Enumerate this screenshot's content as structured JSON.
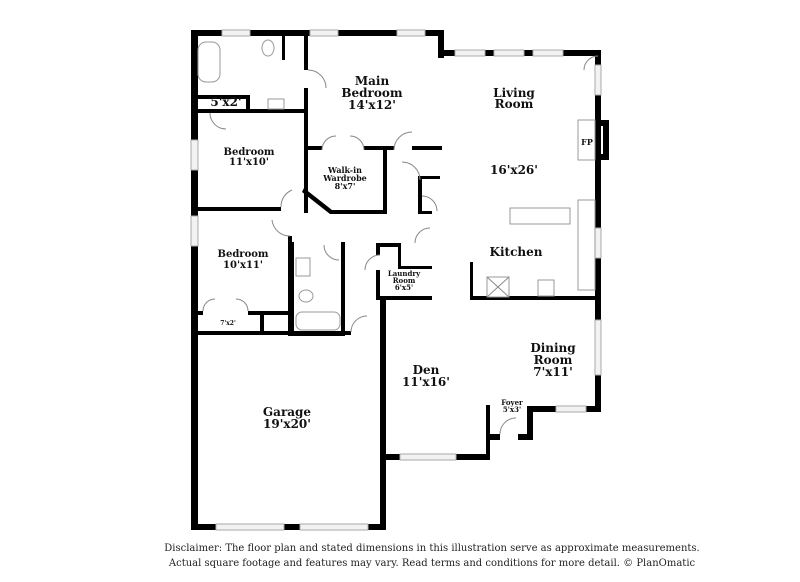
{
  "rooms": {
    "main_bedroom": {
      "name_1": "Main",
      "name_2": "Bedroom",
      "size": "14'x12'"
    },
    "closet_5x2": {
      "size": "5'x2'"
    },
    "bedroom_1": {
      "name": "Bedroom",
      "size": "11'x10'"
    },
    "walk_in": {
      "name_1": "Walk-in",
      "name_2": "Wardrobe",
      "size": "8'x7'"
    },
    "living": {
      "name_1": "Living",
      "name_2": "Room",
      "size": "16'x26'",
      "fireplace": "FP"
    },
    "kitchen": {
      "name": "Kitchen"
    },
    "bedroom_2": {
      "name": "Bedroom",
      "size": "10'x11'"
    },
    "closet_7x2": {
      "size": "7'x2'"
    },
    "laundry": {
      "name_1": "Laundry",
      "name_2": "Room",
      "size": "6'x5'"
    },
    "dining": {
      "name_1": "Dining",
      "name_2": "Room",
      "size": "7'x11'"
    },
    "den": {
      "name": "Den",
      "size": "11'x16'"
    },
    "foyer": {
      "name": "Foyer",
      "size": "5'x3'"
    },
    "garage": {
      "name": "Garage",
      "size": "19'x20'"
    }
  },
  "disclaimer": {
    "line_1": "Disclaimer: The floor plan and stated dimensions in this illustration serve as approximate measurements.",
    "line_2": "Actual square footage and features may vary. Read terms and conditions for more detail. © PlanOmatic"
  }
}
